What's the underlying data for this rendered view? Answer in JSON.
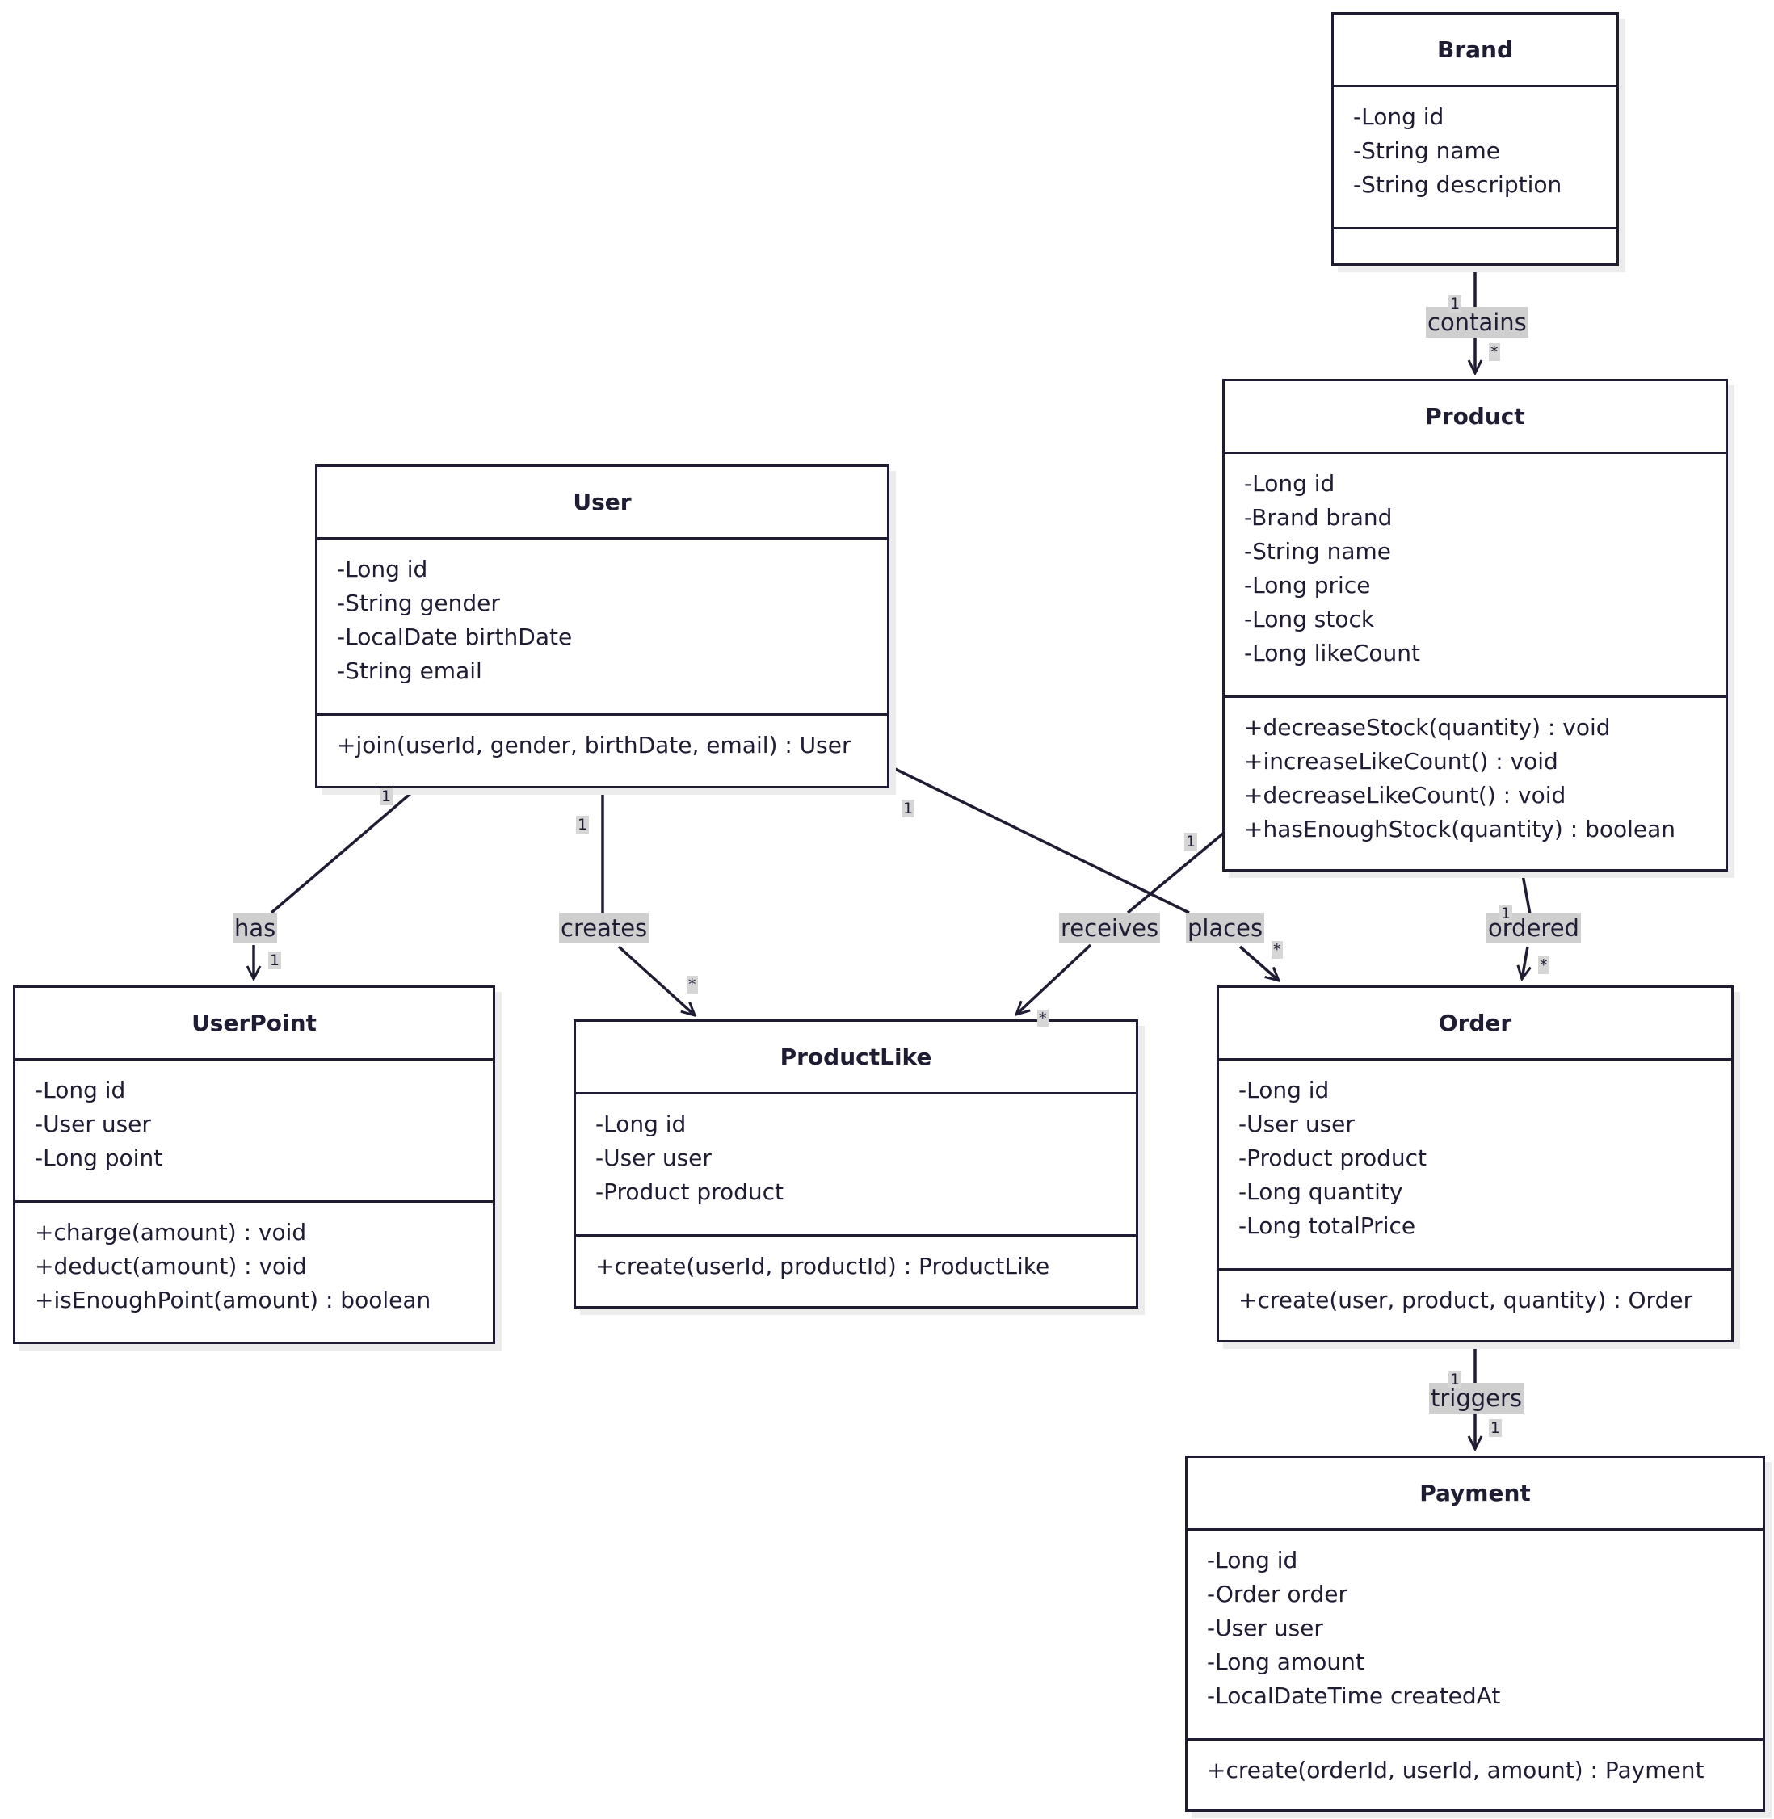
{
  "classes": {
    "brand": {
      "name": "Brand",
      "attributes": [
        "-Long id",
        "-String name",
        "-String description"
      ],
      "methods": []
    },
    "product": {
      "name": "Product",
      "attributes": [
        "-Long id",
        "-Brand brand",
        "-String name",
        "-Long price",
        "-Long stock",
        "-Long likeCount"
      ],
      "methods": [
        "+decreaseStock(quantity) : void",
        "+increaseLikeCount() : void",
        "+decreaseLikeCount() : void",
        "+hasEnoughStock(quantity) : boolean"
      ]
    },
    "user": {
      "name": "User",
      "attributes": [
        "-Long id",
        "-String gender",
        "-LocalDate birthDate",
        "-String email"
      ],
      "methods": [
        "+join(userId, gender, birthDate, email) : User"
      ]
    },
    "userpoint": {
      "name": "UserPoint",
      "attributes": [
        "-Long id",
        "-User user",
        "-Long point"
      ],
      "methods": [
        "+charge(amount) : void",
        "+deduct(amount) : void",
        "+isEnoughPoint(amount) : boolean"
      ]
    },
    "productlike": {
      "name": "ProductLike",
      "attributes": [
        "-Long id",
        "-User user",
        "-Product product"
      ],
      "methods": [
        "+create(userId, productId) : ProductLike"
      ]
    },
    "order": {
      "name": "Order",
      "attributes": [
        "-Long id",
        "-User user",
        "-Product product",
        "-Long quantity",
        "-Long totalPrice"
      ],
      "methods": [
        "+create(user, product, quantity) : Order"
      ]
    },
    "payment": {
      "name": "Payment",
      "attributes": [
        "-Long id",
        "-Order order",
        "-User user",
        "-Long amount",
        "-LocalDateTime createdAt"
      ],
      "methods": [
        "+create(orderId, userId, amount) : Payment"
      ]
    }
  },
  "relations": {
    "contains": {
      "label": "contains",
      "from_mult": "1",
      "to_mult": "*"
    },
    "has": {
      "label": "has",
      "from_mult": "1",
      "to_mult": "1"
    },
    "creates": {
      "label": "creates",
      "from_mult": "1",
      "to_mult": "*"
    },
    "receives": {
      "label": "receives",
      "from_mult": "1",
      "to_mult": "*"
    },
    "places": {
      "label": "places",
      "from_mult": "1",
      "to_mult": "*"
    },
    "ordered": {
      "label": "ordered",
      "from_mult": "1",
      "to_mult": "*"
    },
    "triggers": {
      "label": "triggers",
      "from_mult": "1",
      "to_mult": "1"
    }
  }
}
